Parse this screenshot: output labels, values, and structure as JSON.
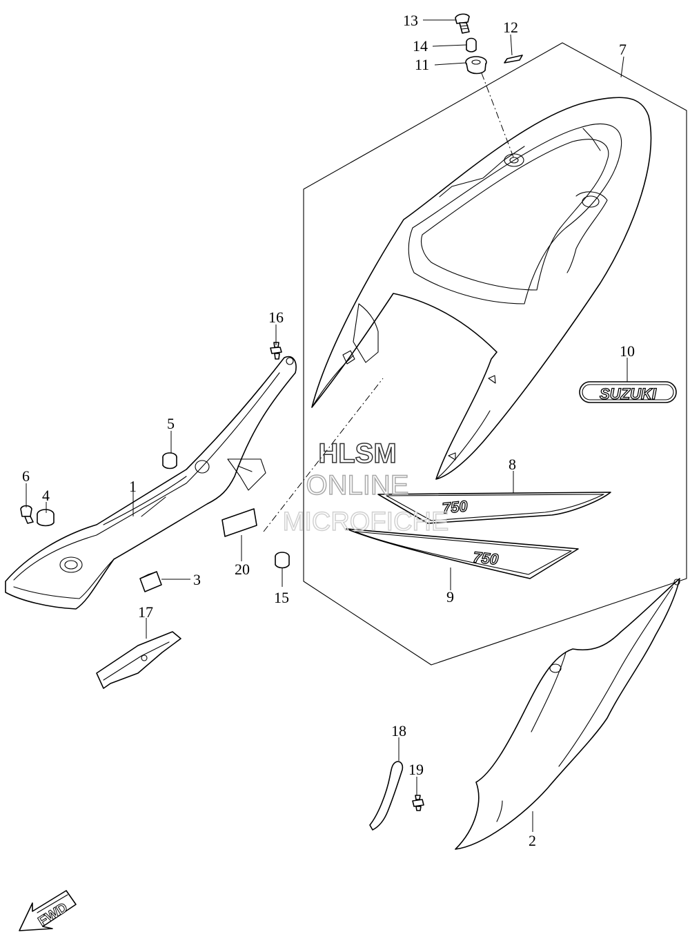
{
  "callouts": {
    "p1": "1",
    "p2": "2",
    "p3": "3",
    "p4": "4",
    "p5": "5",
    "p6": "6",
    "p7": "7",
    "p8": "8",
    "p9": "9",
    "p10": "10",
    "p11": "11",
    "p12": "12",
    "p13": "13",
    "p14": "14",
    "p15": "15",
    "p16": "16",
    "p17": "17",
    "p18": "18",
    "p19": "19",
    "p20": "20"
  },
  "decals": {
    "brand": "SUZUKI",
    "model_upper": "750",
    "model_lower": "750"
  },
  "fwd_arrow": "FWD",
  "watermark": {
    "line1": "HLSM",
    "line2": "ONLINE",
    "line3": "MICROFICHE"
  },
  "colors": {
    "line": "#000000",
    "background": "#ffffff",
    "watermark": "#bfbfbf"
  }
}
